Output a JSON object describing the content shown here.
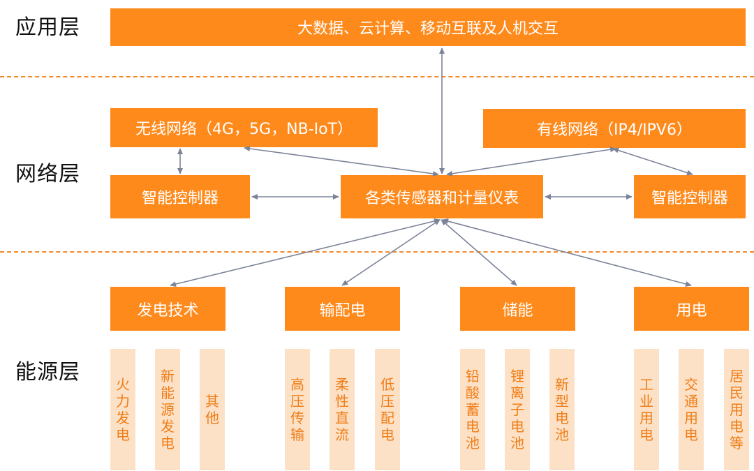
{
  "colors": {
    "box": "#ff8a1c",
    "light_box": "#fde1c6",
    "light_text": "#ef7d17",
    "dashed": "#f28a2b",
    "arrow": "#7b8397"
  },
  "layers": {
    "application": "应用层",
    "network": "网络层",
    "energy": "能源层"
  },
  "application_box": "大数据、云计算、移动互联及人机交互",
  "network": {
    "wireless": "无线网络（4G，5G，NB-IoT）",
    "wired": "有线网络（IP4/IPV6）",
    "controller_left": "智能控制器",
    "sensors": "各类传感器和计量仪表",
    "controller_right": "智能控制器"
  },
  "categories": {
    "generation": "发电技术",
    "distribution": "输配电",
    "storage": "储能",
    "consumption": "用电"
  },
  "sub_items": {
    "thermal": "火力发电",
    "new_energy": "新能源发电",
    "other": "其他",
    "high_voltage": "高压传输",
    "flexible_dc": "柔性直流",
    "low_voltage": "低压配电",
    "lead_acid": "铅酸蓄电池",
    "lithium": "锂离子电池",
    "new_battery": "新型电池",
    "industrial": "工业用电",
    "transport": "交通用电",
    "residential": "居民用电等"
  }
}
